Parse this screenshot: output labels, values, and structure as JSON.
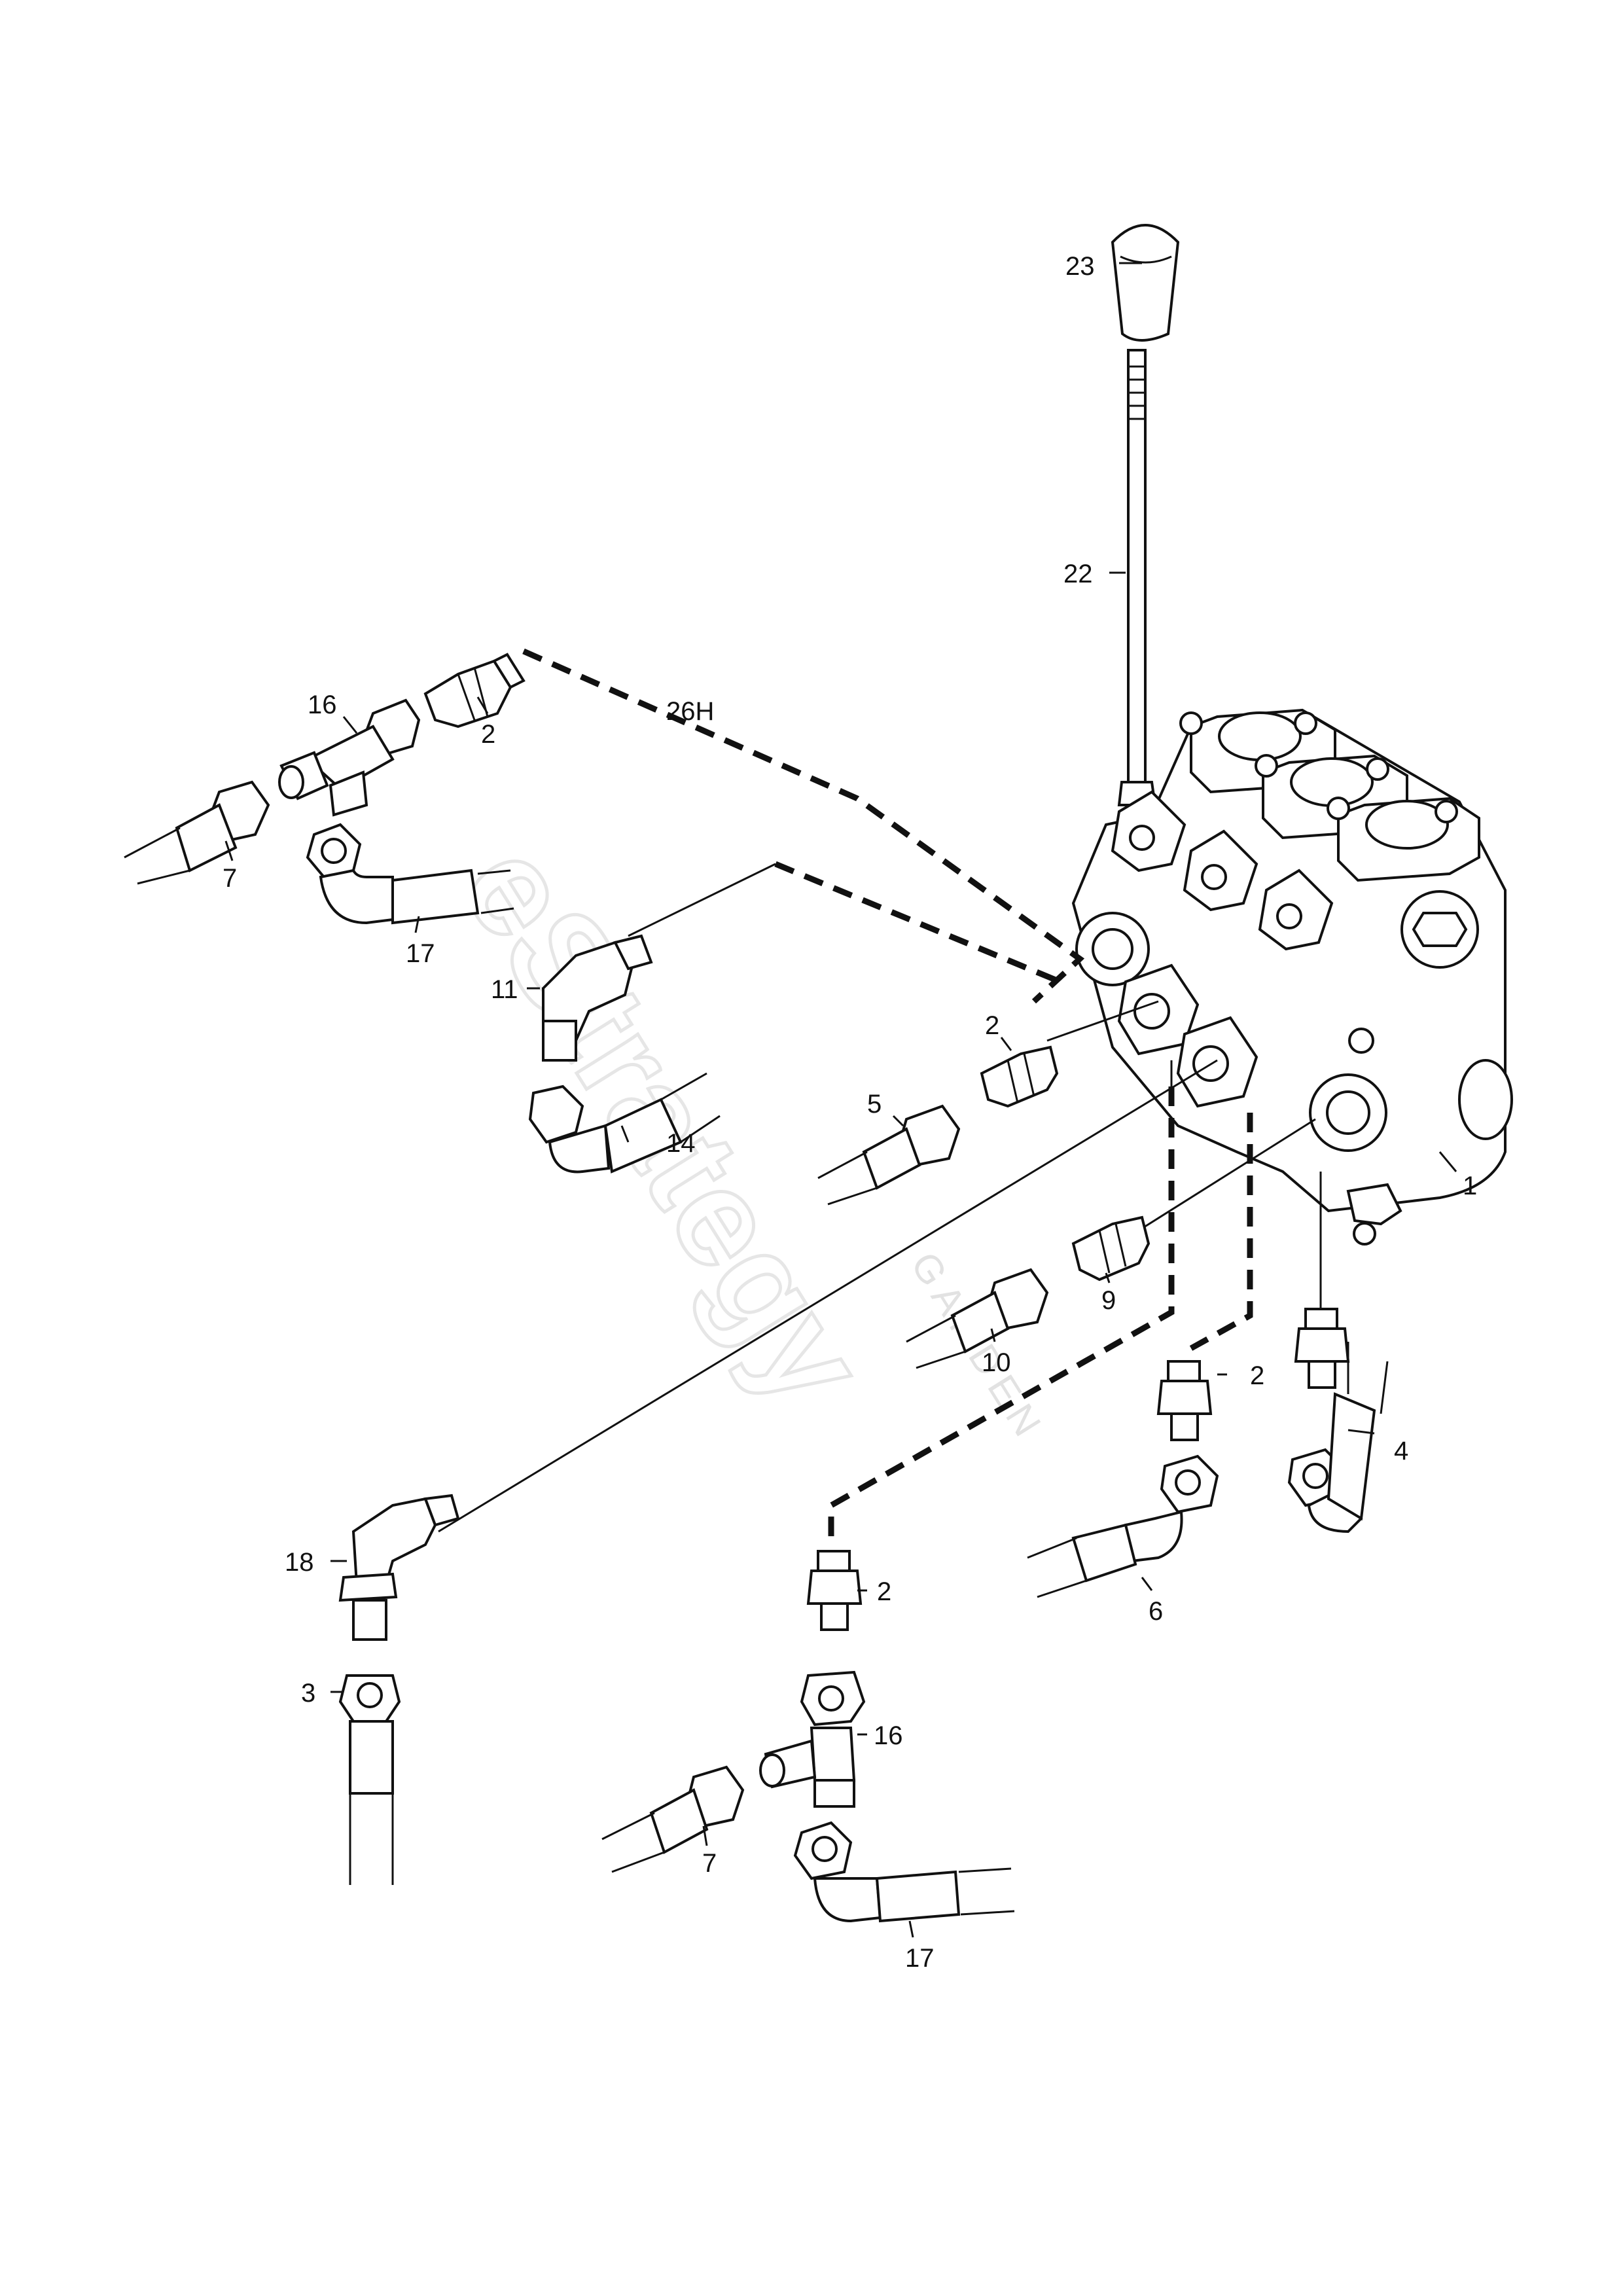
{
  "watermark": {
    "main": "eStrategy",
    "sub": "GARDEN"
  },
  "labels": {
    "p1": "1",
    "p2_top": "2",
    "p2_mid": "2",
    "p2_right": "2",
    "p2_bottom": "2",
    "p3": "3",
    "p4": "4",
    "p5": "5",
    "p6": "6",
    "p7_left": "7",
    "p7_bottom": "7",
    "p9": "9",
    "p10": "10",
    "p11": "11",
    "p14": "14",
    "p16_left": "16",
    "p16_bottom": "16",
    "p17_left": "17",
    "p17_bottom": "17",
    "p18": "18",
    "p22": "22",
    "p23": "23",
    "p26H": "26H"
  }
}
